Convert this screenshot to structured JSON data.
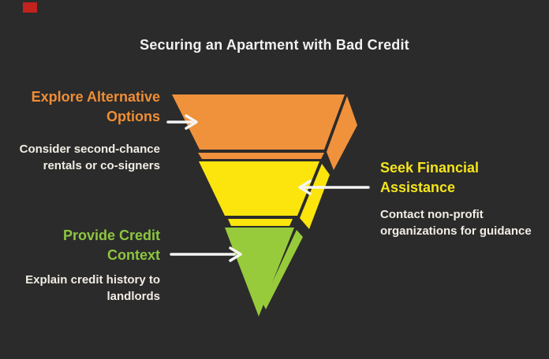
{
  "page": {
    "title": "Securing an Apartment with Bad Credit",
    "background_color": "#2B2B2B",
    "title_color": "#F1F1F1"
  },
  "brand_mark": {
    "color": "#C2231E"
  },
  "arrow": {
    "color": "#F5F5F5"
  },
  "funnel": {
    "type": "funnel",
    "steps": [
      {
        "label": "Explore Alternative Options",
        "heading_line1": "Explore Alternative",
        "heading_line2": "Options",
        "description_line1": "Consider second-chance",
        "description_line2": "rentals or co-signers",
        "fill": "#F0923C",
        "heading_color": "#EF8E35",
        "description_color": "#F1EDE4",
        "label_side": "left"
      },
      {
        "label": "Seek Financial Assistance",
        "heading_line1": "Seek Financial",
        "heading_line2": "Assistance",
        "description_line1": "Contact non-profit",
        "description_line2": "organizations for guidance",
        "fill": "#FBE50D",
        "heading_color": "#F4E41C",
        "description_color": "#F1EDE4",
        "label_side": "right"
      },
      {
        "label": "Provide Credit Context",
        "heading_line1": "Provide Credit",
        "heading_line2": "Context",
        "description_line1": "Explain credit history to",
        "description_line2": "landlords",
        "fill": "#97CB3B",
        "heading_color": "#8DC63F",
        "description_color": "#F1EDE4",
        "label_side": "left"
      }
    ]
  }
}
